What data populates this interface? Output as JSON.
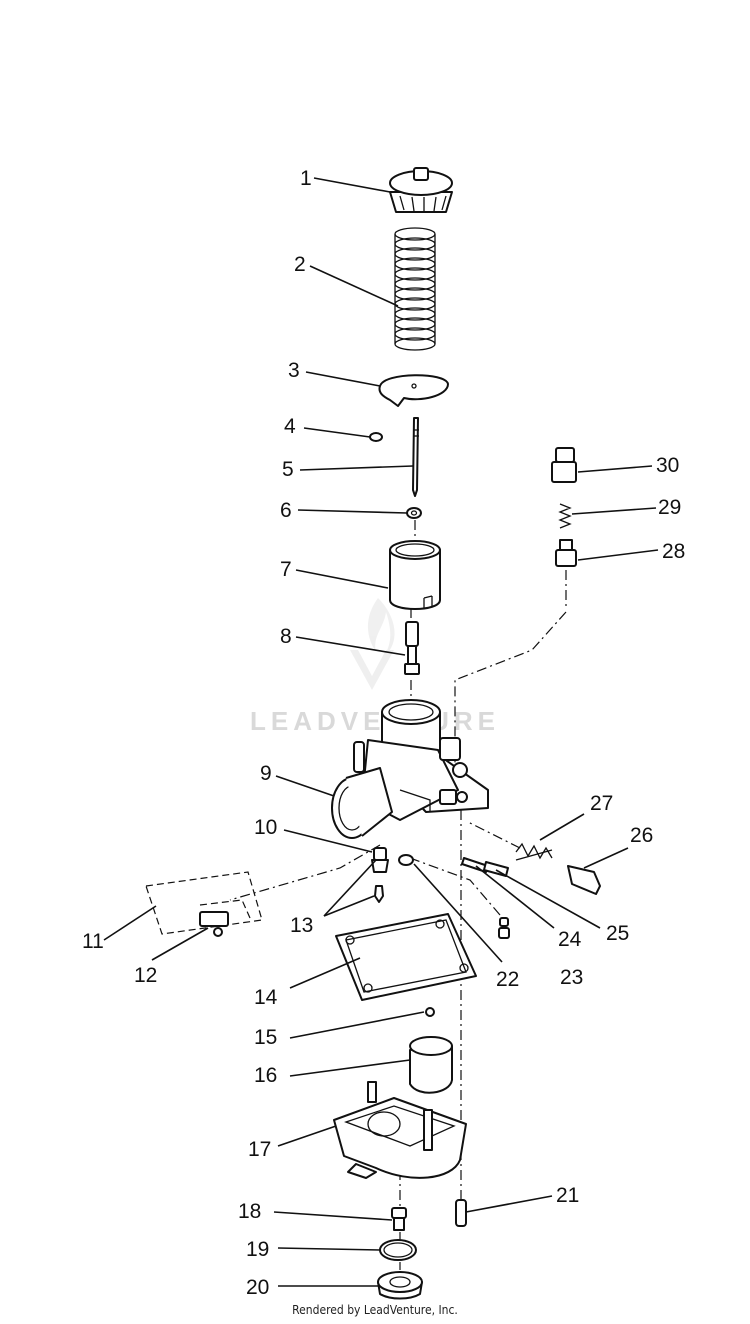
{
  "watermark": {
    "text": "LEADVENTURE",
    "logo": "flame-v-logo-icon"
  },
  "footer": {
    "text": "Rendered by LeadVenture, Inc."
  },
  "callouts": [
    {
      "id": "1",
      "text": "1"
    },
    {
      "id": "2",
      "text": "2"
    },
    {
      "id": "3",
      "text": "3"
    },
    {
      "id": "4",
      "text": "4"
    },
    {
      "id": "5",
      "text": "5"
    },
    {
      "id": "6",
      "text": "6"
    },
    {
      "id": "7",
      "text": "7"
    },
    {
      "id": "8",
      "text": "8"
    },
    {
      "id": "9",
      "text": "9"
    },
    {
      "id": "10",
      "text": "10"
    },
    {
      "id": "11",
      "text": "11"
    },
    {
      "id": "12",
      "text": "12"
    },
    {
      "id": "13",
      "text": "13"
    },
    {
      "id": "14",
      "text": "14"
    },
    {
      "id": "15",
      "text": "15"
    },
    {
      "id": "16",
      "text": "16"
    },
    {
      "id": "17",
      "text": "17"
    },
    {
      "id": "18",
      "text": "18"
    },
    {
      "id": "19",
      "text": "19"
    },
    {
      "id": "20",
      "text": "20"
    },
    {
      "id": "21",
      "text": "21"
    },
    {
      "id": "22",
      "text": "22"
    },
    {
      "id": "23",
      "text": "23"
    },
    {
      "id": "24",
      "text": "24"
    },
    {
      "id": "25",
      "text": "25"
    },
    {
      "id": "26",
      "text": "26"
    },
    {
      "id": "27",
      "text": "27"
    },
    {
      "id": "28",
      "text": "28"
    },
    {
      "id": "29",
      "text": "29"
    },
    {
      "id": "30",
      "text": "30"
    }
  ]
}
